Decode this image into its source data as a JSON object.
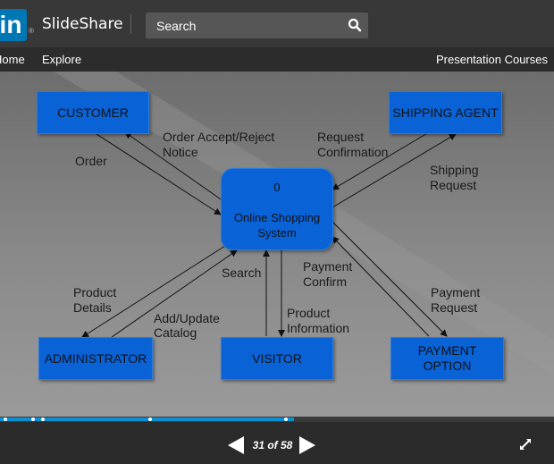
{
  "header": {
    "logo_in": "in",
    "logo_text": "SlideShare",
    "search_placeholder": "Search"
  },
  "nav": {
    "home": "Home",
    "explore": "Explore",
    "courses": "Presentation Courses"
  },
  "diagram": {
    "center": {
      "number": "0",
      "line1": "Online Shopping",
      "line2": "System"
    },
    "customer": "CUSTOMER",
    "shipping_agent": "SHIPPING AGENT",
    "administrator": "ADMINISTRATOR",
    "visitor": "VISITOR",
    "payment_option_1": "PAYMENT",
    "payment_option_2": "OPTION",
    "labels": {
      "order": "Order",
      "order_accept_1": "Order Accept/Reject",
      "order_accept_2": "Notice",
      "request_1": "Request",
      "request_2": "Confirmation",
      "shipping_1": "Shipping",
      "shipping_2": "Request",
      "product_details_1": "Product",
      "product_details_2": "Details",
      "add_update_1": "Add/Update",
      "add_update_2": "Catalog",
      "search": "Search",
      "payment_confirm_1": "Payment",
      "payment_confirm_2": "Confirm",
      "product_info_1": "Product",
      "product_info_2": "Information",
      "payment_request_1": "Payment",
      "payment_request_2": "Request"
    }
  },
  "player": {
    "page_label": "31 of 58",
    "current_page": 31,
    "total_pages": 58,
    "progress_fraction": 0.53
  },
  "colors": {
    "box_blue": "#0a63d6",
    "progress_blue": "#0b8fd0",
    "linkedin_blue": "#0077b5"
  }
}
